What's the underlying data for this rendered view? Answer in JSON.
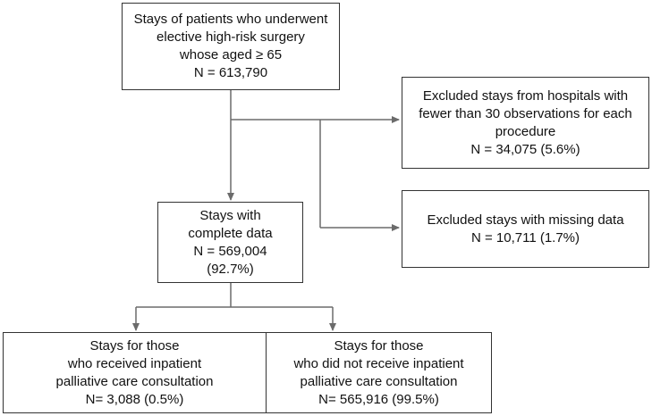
{
  "boxes": {
    "initial": {
      "lines": [
        "Stays of patients who underwent",
        "elective high-risk surgery",
        "whose aged ≥ 65",
        "N = 613,790"
      ]
    },
    "excluded_hospitals": {
      "lines": [
        "Excluded stays from hospitals with",
        "fewer than 30 observations for each",
        "procedure",
        "N = 34,075 (5.6%)"
      ]
    },
    "excluded_missing": {
      "lines": [
        "Excluded stays with missing data",
        "N = 10,711 (1.7%)"
      ]
    },
    "complete": {
      "lines": [
        "Stays with",
        "complete data",
        "N = 569,004",
        "(92.7%)"
      ]
    },
    "palliative_yes": {
      "lines": [
        "Stays for those",
        "who received inpatient",
        "palliative care consultation",
        "N= 3,088 (0.5%)"
      ]
    },
    "palliative_no": {
      "lines": [
        "Stays for those",
        "who did not receive inpatient",
        "palliative care consultation",
        "N= 565,916 (99.5%)"
      ]
    }
  },
  "colors": {
    "line": "#6b6b6b",
    "border": "#333333"
  }
}
